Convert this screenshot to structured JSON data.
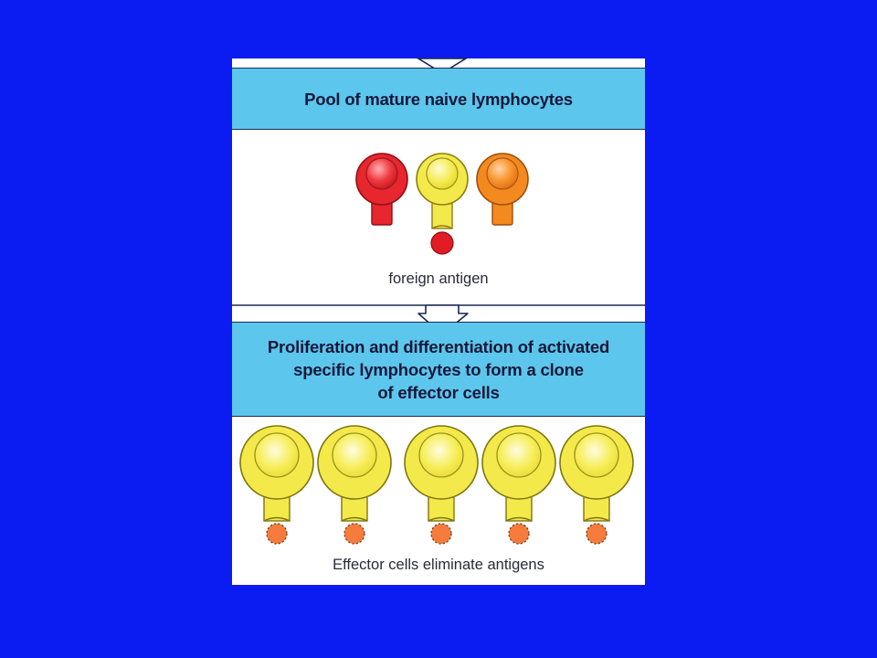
{
  "labels": {
    "pool_title": "Pool of mature naive lymphocytes",
    "foreign_antigen": "foreign antigen",
    "proliferation_lines": [
      "Proliferation and differentiation of activated",
      "specific lymphocytes to form a clone",
      "of effector cells"
    ],
    "effector_caption": "Effector cells eliminate antigens"
  },
  "colors": {
    "background": "#0a1cf2",
    "band": "#5dc6ec",
    "red_cell": "#e8262e",
    "yellow_cell": "#f3e94a",
    "orange_cell": "#f4891f",
    "antigen_red": "#e11c24",
    "effector_antigen": "#f57c3c"
  }
}
